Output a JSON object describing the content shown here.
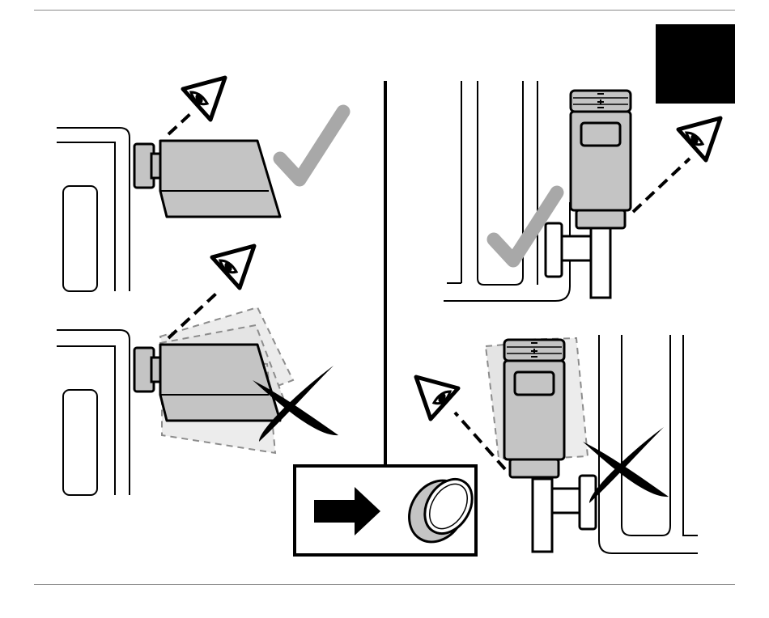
{
  "figure": {
    "panels": [
      {
        "id": "top-left",
        "status": "correct"
      },
      {
        "id": "bottom-left",
        "status": "incorrect"
      },
      {
        "id": "top-right",
        "status": "correct"
      },
      {
        "id": "bottom-right",
        "status": "incorrect"
      }
    ],
    "inset": {
      "depicts": "adapter-ring"
    },
    "icons": [
      "eye-icon",
      "check-icon",
      "cross-icon",
      "arrow-right-icon",
      "adapter-ring-icon"
    ],
    "colors": {
      "ink": "#000000",
      "device_fill": "#c4c4c4",
      "check": "#a8a8a8",
      "ghost_fill": "#ececec",
      "ghost_stroke": "#8c8c8c",
      "rule": "#8a8a8a"
    }
  }
}
